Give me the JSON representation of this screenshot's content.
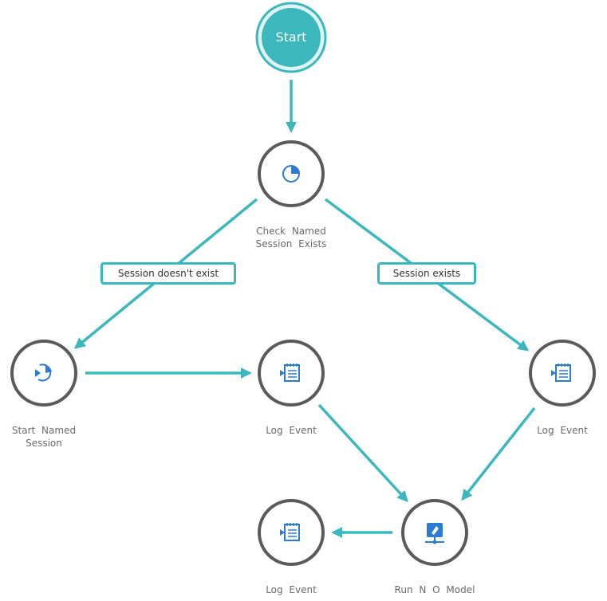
{
  "colors": {
    "accent": "#3bb7bd",
    "node_border": "#5a5a5a",
    "icon": "#2b7cd3",
    "label": "#6b6b6b"
  },
  "start": {
    "label": "Start"
  },
  "nodes": {
    "check_session": {
      "label": "Check  Named\nSession  Exists",
      "icon": "timer-icon"
    },
    "start_session": {
      "label": "Start  Named\nSession",
      "icon": "session-start-icon"
    },
    "log_event_center": {
      "label": "Log  Event",
      "icon": "notepad-icon"
    },
    "log_event_right": {
      "label": "Log  Event",
      "icon": "notepad-icon"
    },
    "run_model": {
      "label": "Run  N O  Model",
      "icon": "model-icon"
    },
    "log_event_bottom": {
      "label": "Log  Event",
      "icon": "notepad-icon"
    }
  },
  "edges": {
    "session_not_exist": {
      "label": "Session doesn't exist"
    },
    "session_exists": {
      "label": "Session exists"
    }
  }
}
